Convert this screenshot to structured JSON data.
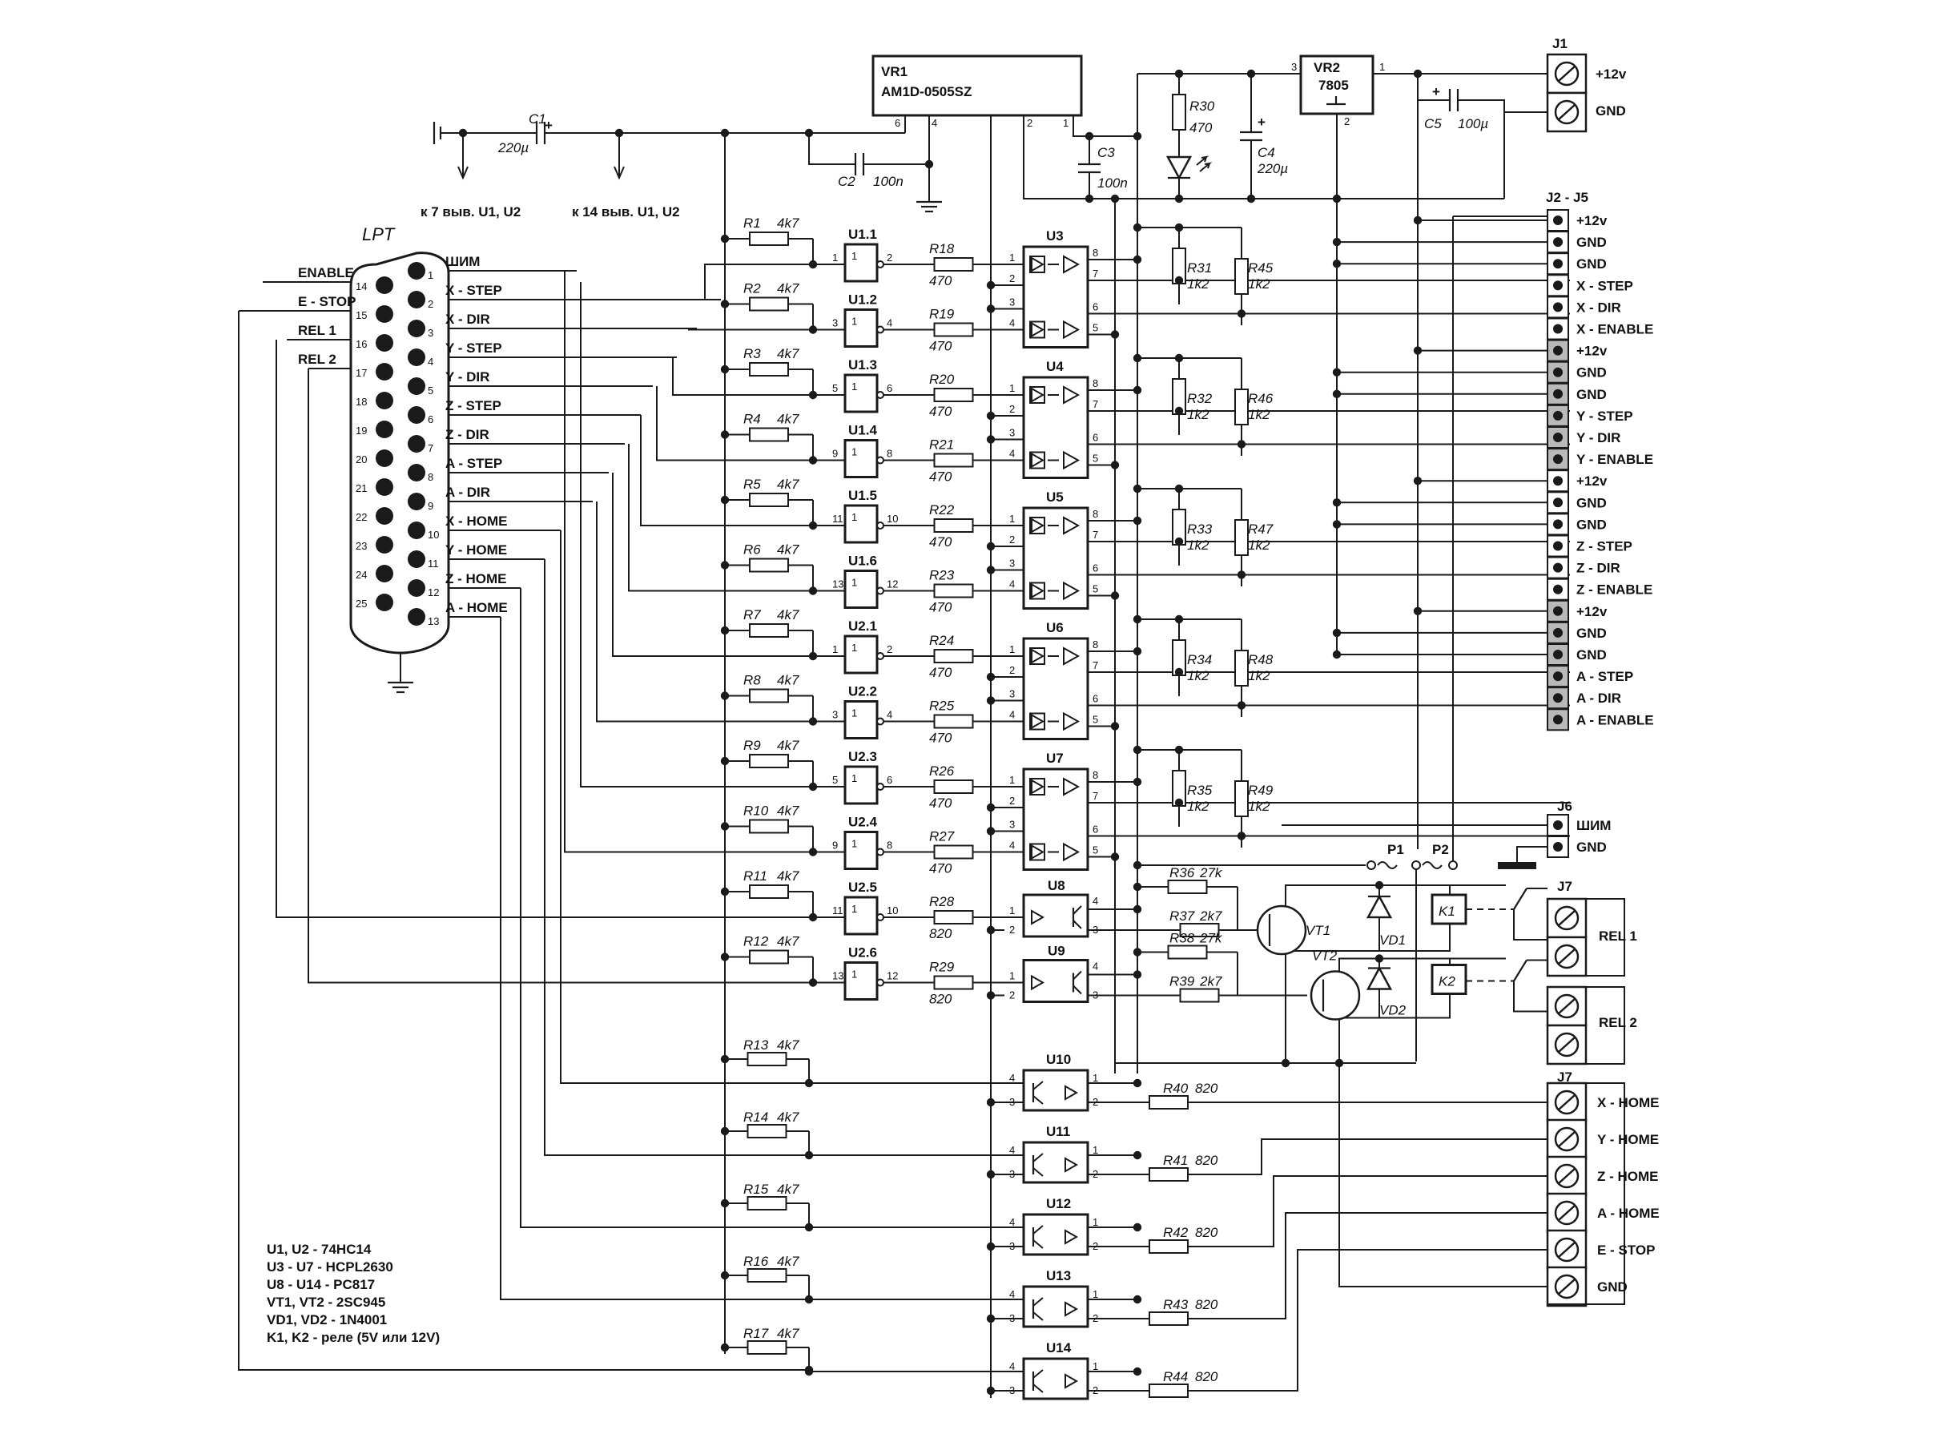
{
  "lpt": {
    "title": "LPT",
    "left_labels": [
      "ENABLE",
      "E - STOP",
      "REL 1",
      "REL 2"
    ],
    "right_labels": [
      "ШИМ",
      "X - STEP",
      "X - DIR",
      "Y - STEP",
      "Y - DIR",
      "Z - STEP",
      "Z - DIR",
      "A - STEP",
      "A - DIR",
      "X - HOME",
      "Y - HOME",
      "Z - HOME",
      "A - HOME"
    ],
    "pins_top": [
      "1",
      "2",
      "3",
      "4",
      "5",
      "6",
      "7",
      "8",
      "9",
      "10",
      "11",
      "12",
      "13"
    ],
    "pins_bottom": [
      "14",
      "15",
      "16",
      "17",
      "18",
      "19",
      "20",
      "21",
      "22",
      "23",
      "24",
      "25"
    ]
  },
  "power": {
    "c1": {
      "ref": "C1",
      "value": "220µ"
    },
    "note_left": "к 7 выв. U1, U2",
    "note_right": "к 14 выв. U1, U2",
    "vr1": {
      "ref": "VR1",
      "part": "AM1D-0505SZ",
      "pins": [
        "6",
        "4",
        "2",
        "1"
      ]
    },
    "c2": {
      "ref": "C2",
      "value": "100n"
    },
    "c3": {
      "ref": "C3",
      "value": "100n"
    },
    "r30": {
      "ref": "R30",
      "value": "470"
    },
    "c4": {
      "ref": "C4",
      "value": "220µ"
    },
    "vr2": {
      "ref": "VR2",
      "part": "7805",
      "pins": [
        "3",
        "1",
        "2"
      ]
    },
    "c5": {
      "ref": "C5",
      "value": "100µ"
    },
    "j1": {
      "ref": "J1",
      "labels": [
        "+12v",
        "GND"
      ]
    }
  },
  "input_resistors": [
    {
      "ref": "R1",
      "value": "4k7"
    },
    {
      "ref": "R2",
      "value": "4k7"
    },
    {
      "ref": "R3",
      "value": "4k7"
    },
    {
      "ref": "R4",
      "value": "4k7"
    },
    {
      "ref": "R5",
      "value": "4k7"
    },
    {
      "ref": "R6",
      "value": "4k7"
    },
    {
      "ref": "R7",
      "value": "4k7"
    },
    {
      "ref": "R8",
      "value": "4k7"
    },
    {
      "ref": "R9",
      "value": "4k7"
    },
    {
      "ref": "R10",
      "value": "4k7"
    },
    {
      "ref": "R11",
      "value": "4k7"
    },
    {
      "ref": "R12",
      "value": "4k7"
    }
  ],
  "gates": [
    {
      "ref": "U1.1",
      "pin_in": "1",
      "pin_out": "2",
      "r": "R18",
      "rv": "470"
    },
    {
      "ref": "U1.2",
      "pin_in": "3",
      "pin_out": "4",
      "r": "R19",
      "rv": "470"
    },
    {
      "ref": "U1.3",
      "pin_in": "5",
      "pin_out": "6",
      "r": "R20",
      "rv": "470"
    },
    {
      "ref": "U1.4",
      "pin_in": "9",
      "pin_out": "8",
      "r": "R21",
      "rv": "470"
    },
    {
      "ref": "U1.5",
      "pin_in": "11",
      "pin_out": "10",
      "r": "R22",
      "rv": "470"
    },
    {
      "ref": "U1.6",
      "pin_in": "13",
      "pin_out": "12",
      "r": "R23",
      "rv": "470"
    },
    {
      "ref": "U2.1",
      "pin_in": "1",
      "pin_out": "2",
      "r": "R24",
      "rv": "470"
    },
    {
      "ref": "U2.2",
      "pin_in": "3",
      "pin_out": "4",
      "r": "R25",
      "rv": "470"
    },
    {
      "ref": "U2.3",
      "pin_in": "5",
      "pin_out": "6",
      "r": "R26",
      "rv": "470"
    },
    {
      "ref": "U2.4",
      "pin_in": "9",
      "pin_out": "8",
      "r": "R27",
      "rv": "470"
    },
    {
      "ref": "U2.5",
      "pin_in": "11",
      "pin_out": "10",
      "r": "R28",
      "rv": "820"
    },
    {
      "ref": "U2.6",
      "pin_in": "13",
      "pin_out": "12",
      "r": "R29",
      "rv": "820"
    }
  ],
  "hcpl": [
    {
      "ref": "U3",
      "pu1": "R31",
      "pu2": "R45",
      "v": "1k2"
    },
    {
      "ref": "U4",
      "pu1": "R32",
      "pu2": "R46",
      "v": "1k2"
    },
    {
      "ref": "U5",
      "pu1": "R33",
      "pu2": "R47",
      "v": "1k2"
    },
    {
      "ref": "U6",
      "pu1": "R34",
      "pu2": "R48",
      "v": "1k2"
    },
    {
      "ref": "U7",
      "pu1": "R35",
      "pu2": "R49",
      "v": "1k2"
    }
  ],
  "hcpl_pins": [
    "1",
    "2",
    "3",
    "4",
    "8",
    "7",
    "6",
    "5"
  ],
  "relay_opto": [
    {
      "ref": "U8"
    },
    {
      "ref": "U9"
    }
  ],
  "relay_opto_pins": [
    "1",
    "2",
    "4",
    "3"
  ],
  "relay_parts": {
    "r36": {
      "ref": "R36",
      "value": "27k"
    },
    "r37": {
      "ref": "R37",
      "value": "2k7"
    },
    "r38": {
      "ref": "R38",
      "value": "27k"
    },
    "r39": {
      "ref": "R39",
      "value": "2k7"
    },
    "vt1": "VT1",
    "vt2": "VT2",
    "vd1": "VD1",
    "vd2": "VD2",
    "k1": "K1",
    "k2": "K2",
    "p1": "P1",
    "p2": "P2"
  },
  "home_opto": [
    {
      "ref": "U10",
      "r": "R13",
      "rv": "4k7",
      "ro": "R40",
      "rov": "820"
    },
    {
      "ref": "U11",
      "r": "R14",
      "rv": "4k7",
      "ro": "R41",
      "rov": "820"
    },
    {
      "ref": "U12",
      "r": "R15",
      "rv": "4k7",
      "ro": "R42",
      "rov": "820"
    },
    {
      "ref": "U13",
      "r": "R16",
      "rv": "4k7",
      "ro": "R43",
      "rov": "820"
    },
    {
      "ref": "U14",
      "r": "R17",
      "rv": "4k7",
      "ro": "R44",
      "rov": "820"
    }
  ],
  "home_opto_pins": [
    "4",
    "3",
    "1",
    "2"
  ],
  "j2_j5": {
    "ref": "J2 - J5",
    "labels": [
      "+12v",
      "GND",
      "GND",
      "X - STEP",
      "X - DIR",
      "X - ENABLE",
      "+12v",
      "GND",
      "GND",
      "Y - STEP",
      "Y - DIR",
      "Y - ENABLE",
      "+12v",
      "GND",
      "GND",
      "Z - STEP",
      "Z - DIR",
      "Z - ENABLE",
      "+12v",
      "GND",
      "GND",
      "A - STEP",
      "A - DIR",
      "A - ENABLE"
    ]
  },
  "j6": {
    "ref": "J6",
    "labels": [
      "ШИМ",
      "GND"
    ]
  },
  "j7_relay": {
    "ref": "J7",
    "labels": [
      "REL 1",
      "REL 2"
    ]
  },
  "j7_inputs": {
    "ref": "J7",
    "labels": [
      "X - HOME",
      "Y - HOME",
      "Z - HOME",
      "A - HOME",
      "E - STOP",
      "GND"
    ]
  },
  "legend": [
    "U1, U2  -  74HC14",
    "U3 - U7  -  HCPL2630",
    "U8 - U14  -  PC817",
    "VT1, VT2  -  2SC945",
    "VD1, VD2  -  1N4001",
    "K1, K2  -  реле (5V или 12V)"
  ]
}
